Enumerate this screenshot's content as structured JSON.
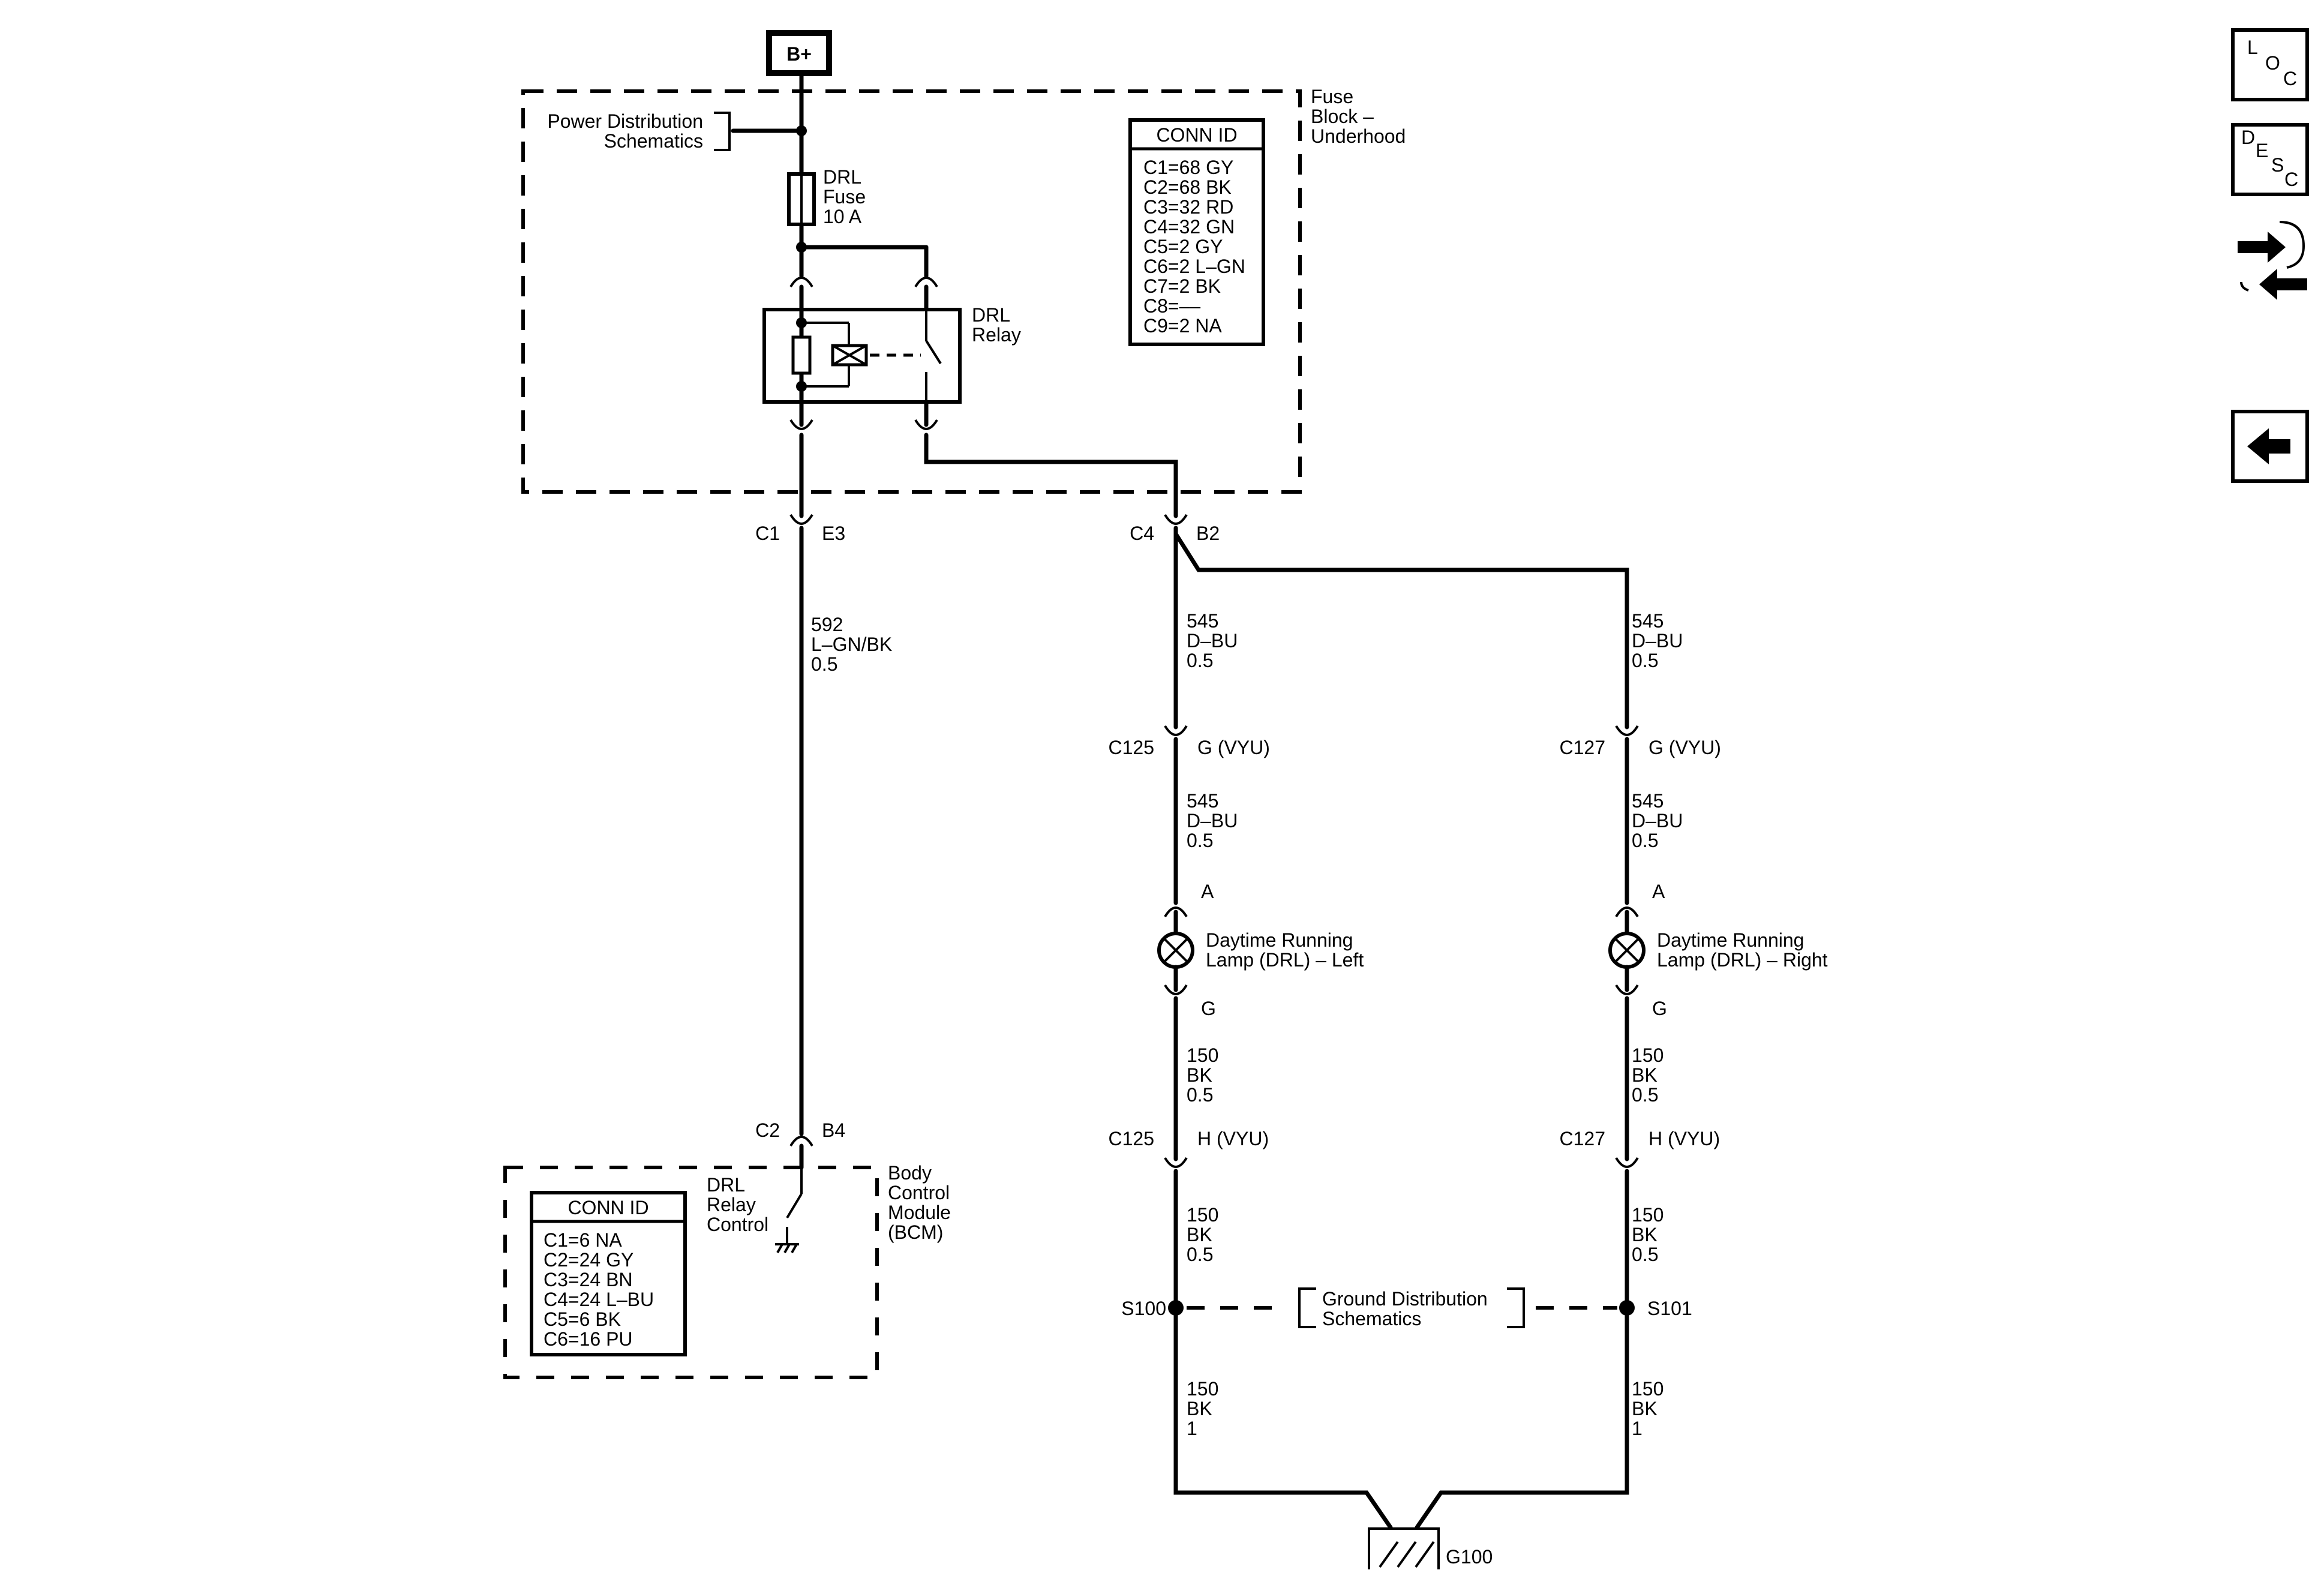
{
  "battery": {
    "label": "B+"
  },
  "fuse_block": {
    "title_lines": [
      "Fuse",
      "Block –",
      "Underhood"
    ],
    "conn_id": {
      "header": "CONN ID",
      "rows": [
        "C1=68 GY",
        "C2=68 BK",
        "C3=32 RD",
        "C4=32 GN",
        "C5=2 GY",
        "C6=2 L–GN",
        "C7=2 BK",
        "C8=––",
        "C9=2 NA"
      ]
    },
    "power_distribution": [
      "Power Distribution",
      "Schematics"
    ],
    "fuse": [
      "DRL",
      "Fuse",
      "10 A"
    ],
    "relay": [
      "DRL",
      "Relay"
    ]
  },
  "connectors": {
    "c1": "C1",
    "e3": "E3",
    "c4": "C4",
    "b2": "B2",
    "c2": "C2",
    "b4": "B4",
    "c125_top": "C125",
    "g_vyu_left": "G (VYU)",
    "c127_top": "C127",
    "g_vyu_right": "G (VYU)",
    "c125_bot": "C125",
    "h_vyu_left": "H (VYU)",
    "c127_bot": "C127",
    "h_vyu_right": "H (VYU)"
  },
  "wires": {
    "w592": [
      "592",
      "L–GN/BK",
      "0.5"
    ],
    "w545_l1": [
      "545",
      "D–BU",
      "0.5"
    ],
    "w545_r1": [
      "545",
      "D–BU",
      "0.5"
    ],
    "w545_l2": [
      "545",
      "D–BU",
      "0.5"
    ],
    "w545_r2": [
      "545",
      "D–BU",
      "0.5"
    ],
    "w150_l1": [
      "150",
      "BK",
      "0.5"
    ],
    "w150_r1": [
      "150",
      "BK",
      "0.5"
    ],
    "w150_l2": [
      "150",
      "BK",
      "0.5"
    ],
    "w150_r2": [
      "150",
      "BK",
      "0.5"
    ],
    "w150_l3": [
      "150",
      "BK",
      "1"
    ],
    "w150_r3": [
      "150",
      "BK",
      "1"
    ]
  },
  "lamps": {
    "left": {
      "pin_a": "A",
      "pin_g": "G",
      "label": [
        "Daytime Running",
        "Lamp (DRL) – Left"
      ]
    },
    "right": {
      "pin_a": "A",
      "pin_g": "G",
      "label": [
        "Daytime Running",
        "Lamp (DRL) – Right"
      ]
    }
  },
  "splices": {
    "s100": "S100",
    "s101": "S101"
  },
  "ground_distribution": [
    "Ground Distribution",
    "Schematics"
  ],
  "ground": {
    "label": "G100"
  },
  "bcm": {
    "title_lines": [
      "Body",
      "Control",
      "Module",
      "(BCM)"
    ],
    "control": [
      "DRL",
      "Relay",
      "Control"
    ],
    "conn_id": {
      "header": "CONN ID",
      "rows": [
        "C1=6 NA",
        "C2=24 GY",
        "C3=24 BN",
        "C4=24 L–BU",
        "C5=6 BK",
        "C6=16 PU"
      ]
    }
  },
  "nav": {
    "loc": [
      "L",
      "O",
      "C"
    ],
    "desc": [
      "D",
      "E",
      "S",
      "C"
    ],
    "icons": [
      "connector-swap-icon",
      "back-arrow-icon"
    ]
  }
}
